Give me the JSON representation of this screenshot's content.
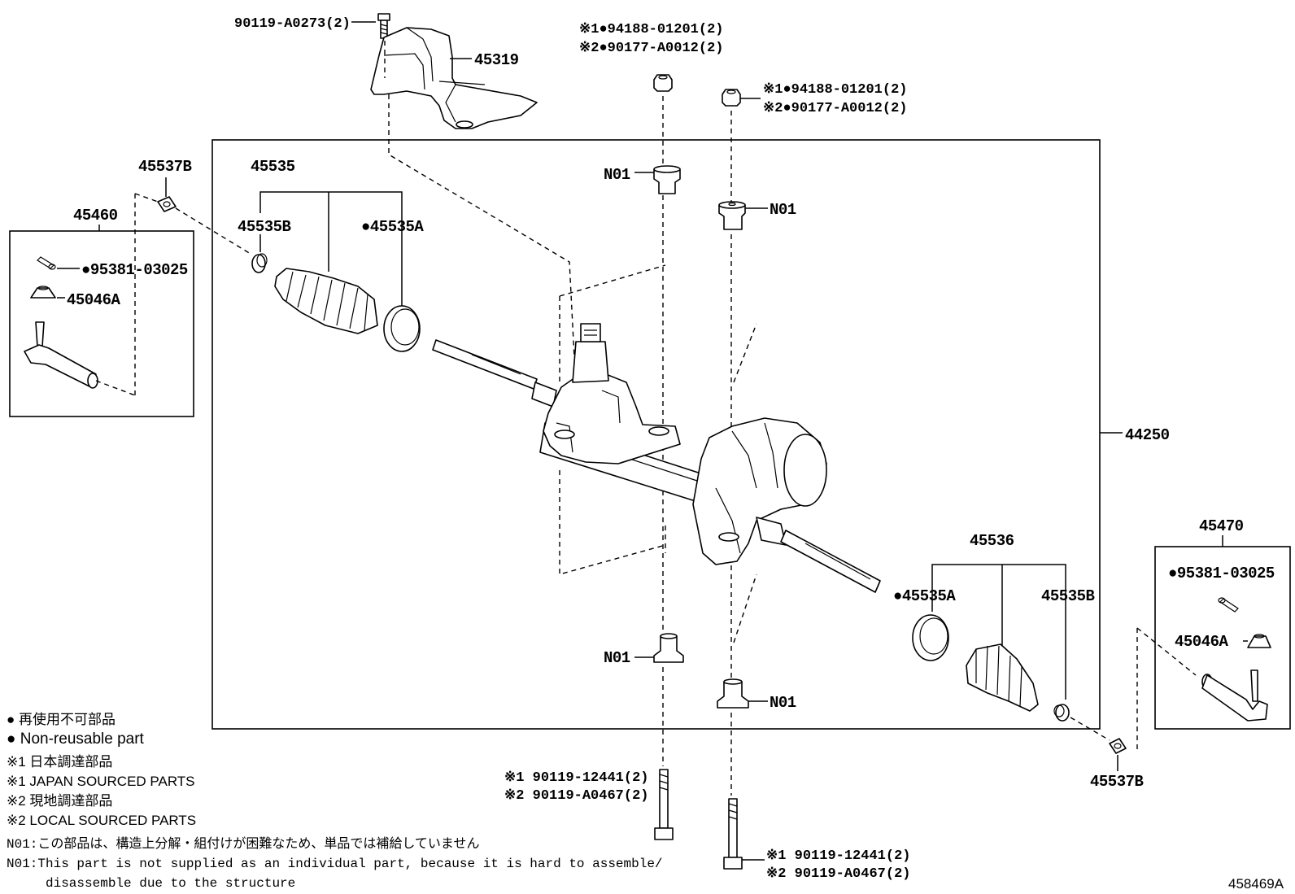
{
  "diagram_id": "458469A",
  "assembly": "44250",
  "top_bolt": "90119-A0273(2)",
  "shield": "45319",
  "nut_left": {
    "line1": "※1●94188-01201(2)",
    "line2": "※2●90177-A0012(2)"
  },
  "nut_right": {
    "line1": "※1●94188-01201(2)",
    "line2": "※2●90177-A0012(2)"
  },
  "n01": "N01",
  "left_group": {
    "box_label": "45460",
    "bush": "45537B",
    "boot_kit": "45535",
    "clamp_b": "45535B",
    "clamp_a": "●45535A",
    "cotter_pin": "●95381-03025",
    "nut": "45046A"
  },
  "right_group": {
    "box_label": "45470",
    "bush": "45537B",
    "boot_kit": "45536",
    "clamp_b": "45535B",
    "clamp_a": "●45535A",
    "cotter_pin": "●95381-03025",
    "nut": "45046A"
  },
  "bolt_left": {
    "line1": "※1 90119-12441(2)",
    "line2": "※2 90119-A0467(2)"
  },
  "bolt_right": {
    "line1": "※1 90119-12441(2)",
    "line2": "※2 90119-A0467(2)"
  },
  "legend": {
    "nonreusable_jp": "● 再使用不可部品",
    "nonreusable_en": "● Non-reusable part",
    "note1_jp": "※1 日本調達部品",
    "note1_en": "※1 JAPAN SOURCED PARTS",
    "note2_jp": "※2 現地調達部品",
    "note2_en": "※2 LOCAL SOURCED PARTS",
    "n01_jp": "N01:この部品は、構造上分解・組付けが困難なため、単品では補給していません",
    "n01_en_1": "N01:This part is not supplied as an individual part, because it is hard to assemble/",
    "n01_en_2": "disassemble due to the structure"
  }
}
